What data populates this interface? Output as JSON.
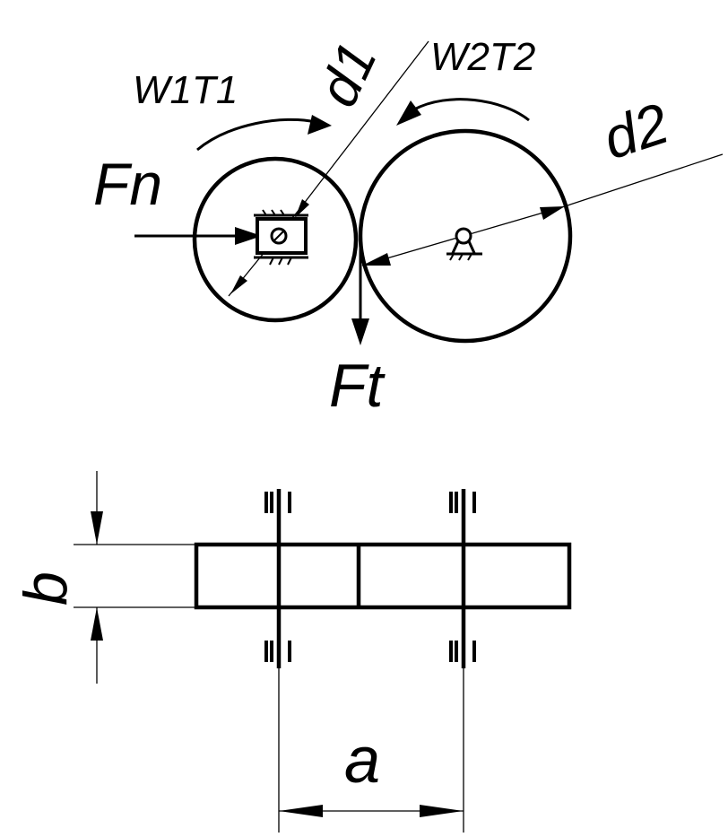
{
  "labels": {
    "w1t1": "W1T1",
    "w2t2": "W2T2",
    "d1": "d1",
    "d2": "d2",
    "fn": "Fn",
    "ft": "Ft",
    "b": "b",
    "a": "a"
  }
}
